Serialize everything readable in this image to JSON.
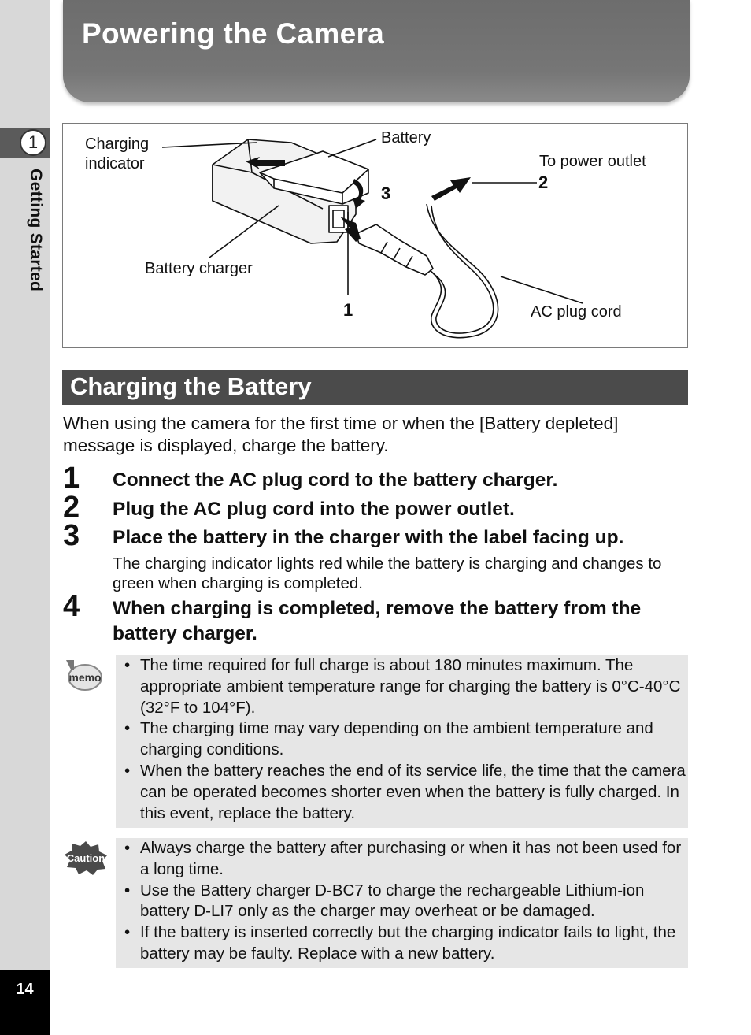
{
  "sidebar": {
    "chapter_number": "1",
    "chapter_title": "Getting Started",
    "page_number": "14"
  },
  "header": {
    "title": "Powering the Camera"
  },
  "figure": {
    "labels": {
      "charging_indicator": "Charging\nindicator",
      "battery": "Battery",
      "to_power_outlet": "To power outlet",
      "battery_charger": "Battery charger",
      "ac_plug_cord": "AC plug cord"
    },
    "callouts": {
      "one": "1",
      "two": "2",
      "three": "3"
    }
  },
  "section": {
    "title": "Charging the Battery",
    "intro": "When using the camera for the first time or when the [Battery depleted] message is displayed, charge the battery."
  },
  "steps": [
    {
      "number": "1",
      "text": "Connect the AC plug cord to the battery charger."
    },
    {
      "number": "2",
      "text": "Plug the AC plug cord into the power outlet."
    },
    {
      "number": "3",
      "text": "Place the battery in the charger with the label facing up.",
      "note": "The charging indicator lights red while the battery is charging and changes to green when charging is completed."
    },
    {
      "number": "4",
      "text": "When charging is completed, remove the battery from the battery charger."
    }
  ],
  "memo": {
    "icon_label": "memo",
    "icon": "memo-icon",
    "items": [
      "The time required for full charge is about 180 minutes maximum. The appropriate ambient temperature range for charging the battery is 0°C-40°C (32°F to 104°F).",
      "The charging time may vary depending on the ambient temperature and charging conditions.",
      "When the battery reaches the end of its service life, the time that the camera can be operated becomes shorter even when the battery is fully charged. In this event, replace the battery."
    ]
  },
  "caution": {
    "icon_label": "Caution",
    "icon": "caution-icon",
    "items": [
      "Always charge the battery after purchasing or when it has not been used for a long time.",
      "Use the Battery charger D-BC7 to charge the rechargeable Lithium-ion battery D-LI7 only as the charger may overheat or be damaged.",
      "If the battery is inserted correctly but the charging indicator fails to light, the battery may be faulty. Replace with a new battery."
    ]
  }
}
